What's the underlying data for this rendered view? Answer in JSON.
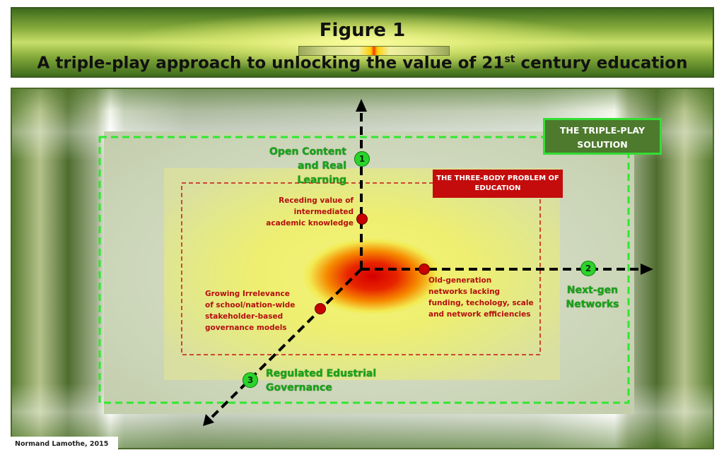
{
  "header": {
    "figure_title": "Figure 1",
    "subtitle_main": "A triple-play approach to unlocking the value of 21",
    "subtitle_sup": "st",
    "subtitle_end": " century education"
  },
  "diagram": {
    "solution_box": "THE TRIPLE-PLAY SOLUTION",
    "problem_box": "THE THREE-BODY PROBLEM OF EDUCATION",
    "axes": [
      {
        "number": "1",
        "label_line1": "Open Content",
        "label_line2": "and Real Learning"
      },
      {
        "number": "2",
        "label_line1": "Next-gen",
        "label_line2": "Networks"
      },
      {
        "number": "3",
        "label_line1": "Regulated Edustrial",
        "label_line2": "Governance"
      }
    ],
    "problems": [
      {
        "line1": "Receding value of",
        "line2": "intermediated",
        "line3": "academic knowledge"
      },
      {
        "line1": "Old-generation",
        "line2": "networks lacking",
        "line3": "funding, techology, scale",
        "line4": "and network efficiencies"
      },
      {
        "line1": "Growing Irrelevance",
        "line2": "of school/nation-wide",
        "line3": "stakeholder-based",
        "line4": "governance models"
      }
    ]
  },
  "footer": {
    "credit": "Normand Lamothe, 2015"
  },
  "colors": {
    "axis_label": "#16a516",
    "problem_text": "#b40f0f",
    "problem_box": "#c40c0c",
    "solution_box": "#4d7a2c",
    "solution_border": "#34dd34"
  }
}
